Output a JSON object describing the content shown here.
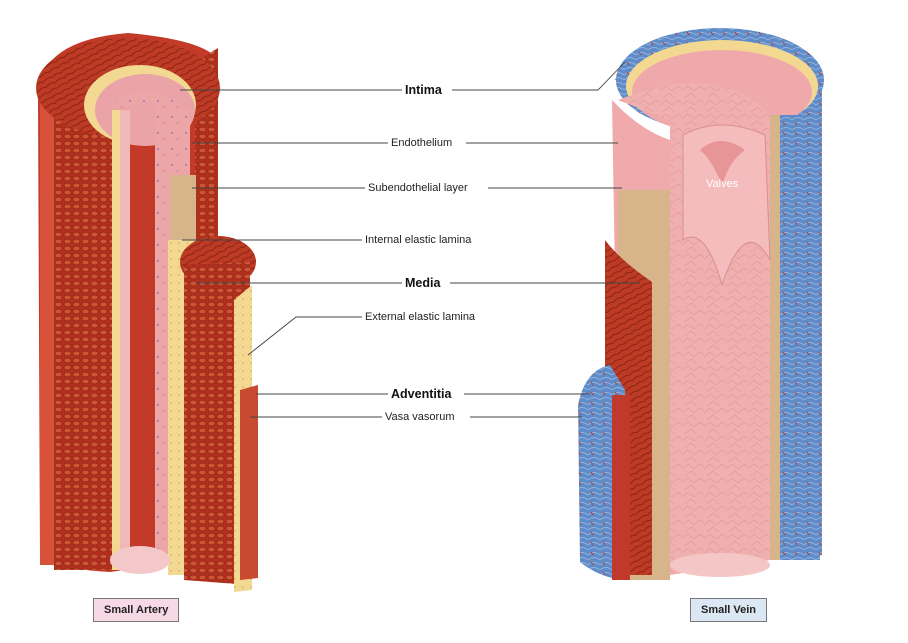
{
  "labels": {
    "intima": "Intima",
    "endothelium": "Endothelium",
    "subendothelial_layer": "Subendothelial layer",
    "internal_elastic_lamina": "Internal elastic lamina",
    "media": "Media",
    "external_elastic_lamina": "External elastic lamina",
    "adventitia": "Adventitia",
    "vasa_vasorum": "Vasa vasorum",
    "valves": "Valves"
  },
  "tags": {
    "small_artery": "Small Artery",
    "small_vein": "Small Vein"
  },
  "colors": {
    "artery_media": "#b5321f",
    "artery_media_dark": "#8e2414",
    "intima_pink": "#eeaaa9",
    "subendothelial_tan": "#d7b48a",
    "elastic_yellow": "#f3d891",
    "vein_adventitia_blue": "#5f8cc8",
    "artery_tag_bg": "#f7d9e6",
    "vein_tag_bg": "#dbe7f3"
  }
}
